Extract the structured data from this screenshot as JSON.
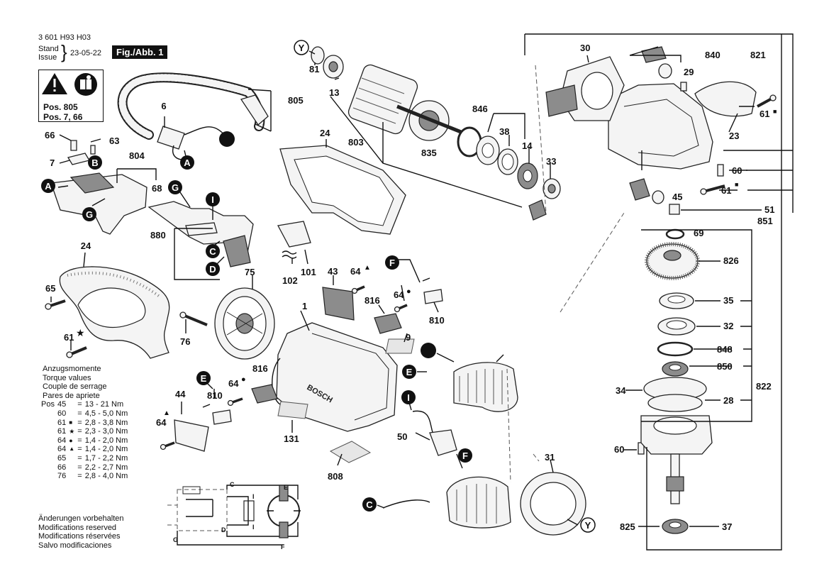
{
  "header": {
    "doc_number": "3 601 H93 H03",
    "stand_label": "Stand",
    "issue_label": "Issue",
    "date": "23-05-22",
    "fig_label": "Fig./Abb. 1"
  },
  "warning_box": {
    "line1": "Pos. 805",
    "line2": "Pos. 7, 66"
  },
  "torque": {
    "headings": [
      "Anzugsmomente",
      "Torque values",
      "Couple de serrage",
      "Pares de apriete"
    ],
    "pos_label": "Pos",
    "rows": [
      {
        "pos": "45",
        "mark": "",
        "value": "13  - 21 Nm"
      },
      {
        "pos": "60",
        "mark": "",
        "value": "4,5 - 5,0 Nm"
      },
      {
        "pos": "61",
        "mark": "■",
        "value": "2,8 - 3,8 Nm"
      },
      {
        "pos": "61",
        "mark": "★",
        "value": "2,3 - 3,0 Nm"
      },
      {
        "pos": "64",
        "mark": "●",
        "value": "1,4 - 2,0 Nm"
      },
      {
        "pos": "64",
        "mark": "▲",
        "value": "1,4 - 2,0 Nm"
      },
      {
        "pos": "65",
        "mark": "",
        "value": "1,7 - 2,2 Nm"
      },
      {
        "pos": "66",
        "mark": "",
        "value": "2,2 - 2,7 Nm"
      },
      {
        "pos": "76",
        "mark": "",
        "value": "2,8 - 4,0 Nm"
      }
    ]
  },
  "footer": [
    "Änderungen vorbehalten",
    "Modifications reserved",
    "Modifications réservées",
    "Salvo modificaciones"
  ],
  "parts": {
    "p1": "1",
    "p6": "6",
    "p7": "7",
    "p9": "9",
    "p13": "13",
    "p14": "14",
    "p23": "23",
    "p24a": "24",
    "p24b": "24",
    "p28": "28",
    "p29": "29",
    "p30": "30",
    "p31": "31",
    "p32": "32",
    "p33": "33",
    "p34": "34",
    "p35": "35",
    "p37": "37",
    "p38": "38",
    "p43": "43",
    "p44": "44",
    "p45": "45",
    "p50": "50",
    "p51": "51",
    "p60a": "60",
    "p60b": "60",
    "p61a": "61",
    "p61b": "61",
    "p61c": "61",
    "p63": "63",
    "p64a": "64",
    "p64b": "64",
    "p64c": "64",
    "p64d": "64",
    "p65": "65",
    "p66": "66",
    "p68": "68",
    "p69": "69",
    "p75": "75",
    "p76": "76",
    "p81": "81",
    "p101": "101",
    "p102": "102",
    "p131": "131",
    "p803": "803",
    "p804": "804",
    "p805": "805",
    "p808": "808",
    "p810a": "810",
    "p810b": "810",
    "p816a": "816",
    "p816b": "816",
    "p821": "821",
    "p822": "822",
    "p825": "825",
    "p826": "826",
    "p835": "835",
    "p840": "840",
    "p846": "846",
    "p848": "848",
    "p850": "850",
    "p851": "851",
    "p880": "880"
  },
  "letters": {
    "A1": "A",
    "A2": "A",
    "B": "B",
    "C1": "C",
    "C2": "C",
    "D": "D",
    "E1": "E",
    "E2": "E",
    "F1": "F",
    "F2": "F",
    "G1": "G",
    "G2": "G",
    "I1": "I",
    "I2": "I",
    "Y1": "Y",
    "Y2": "Y"
  },
  "markers": {
    "square": "■",
    "star": "★",
    "dot": "●",
    "triangle": "▲"
  },
  "housing_text": "BOSCH",
  "schematic": {
    "C": "C",
    "D": "D",
    "E": "E",
    "F": "F",
    "G": "G",
    "I1": "I",
    "I2": "I"
  }
}
